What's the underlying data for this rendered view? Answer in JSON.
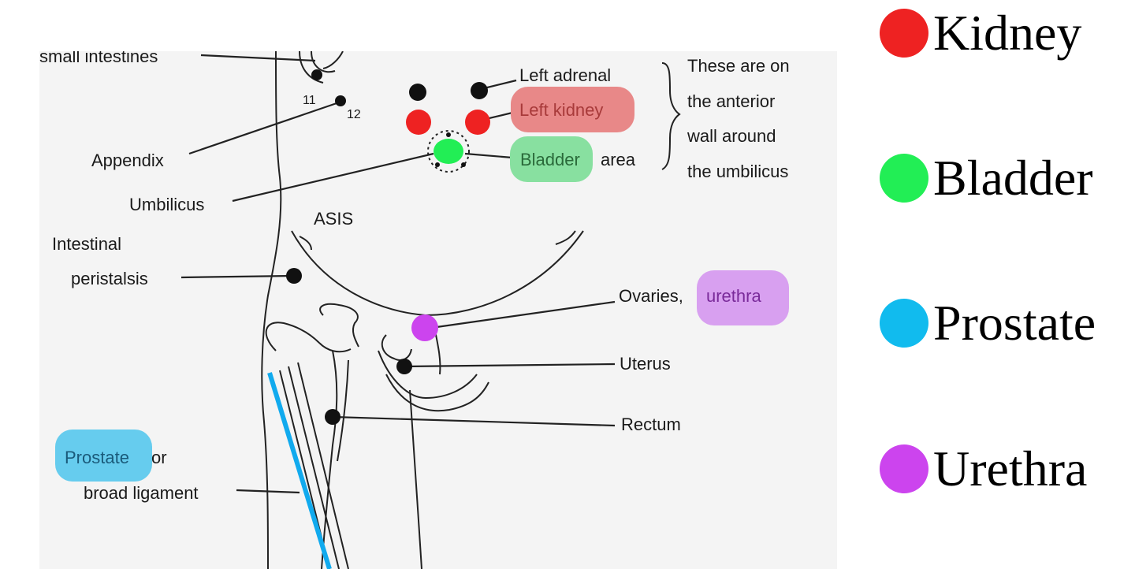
{
  "figure": {
    "labels": {
      "small_intestines": "small intestines",
      "num_11": "11",
      "num_12": "12",
      "appendix": "Appendix",
      "umbilicus": "Umbilicus",
      "intestinal_1": "Intestinal",
      "intestinal_2": "peristalsis",
      "asis": "ASIS",
      "left_adrenal": "Left adrenal",
      "left_kidney": "Left kidney",
      "bladder": "Bladder",
      "area": "area",
      "anterior_1": "These are on",
      "anterior_2": "the anterior",
      "anterior_3": "wall around",
      "anterior_4": "the umbilicus",
      "ovaries": "Ovaries,",
      "urethra": "urethra",
      "uterus": "Uterus",
      "rectum": "Rectum",
      "prostate": "Prostate",
      "or": "or",
      "broad_ligament": "broad ligament"
    }
  },
  "legend": {
    "items": [
      {
        "label": "Kidney",
        "color": "#ee2222"
      },
      {
        "label": "Bladder",
        "color": "#22ee55"
      },
      {
        "label": "Prostate",
        "color": "#11bbee"
      },
      {
        "label": "Urethra",
        "color": "#cc44ee"
      }
    ]
  },
  "colors": {
    "kidney_highlight": "#e88888",
    "bladder_highlight": "#88e0a0",
    "prostate_highlight": "#66ccee",
    "urethra_highlight": "#d8a0f0"
  }
}
